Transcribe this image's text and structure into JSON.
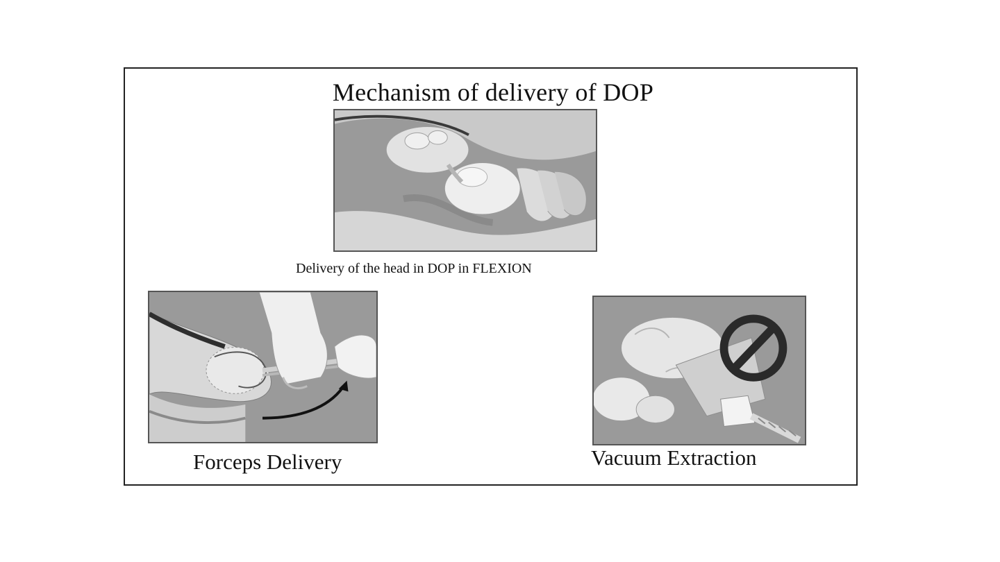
{
  "title": "Mechanism of delivery of DOP",
  "captions": {
    "head_delivery": "Delivery of the head in DOP in FLEXION",
    "forceps": "Forceps Delivery",
    "vacuum": "Vacuum Extraction"
  },
  "colors": {
    "panel_background": "#9a9a9a",
    "illustration_light": "#e6e6e6",
    "illustration_mid": "#cfcfcf",
    "prohibition_sign": "#2a2a2a"
  },
  "icons": {
    "prohibition": "no-entry-icon",
    "direction_arrow": "curved-arrow-icon"
  }
}
